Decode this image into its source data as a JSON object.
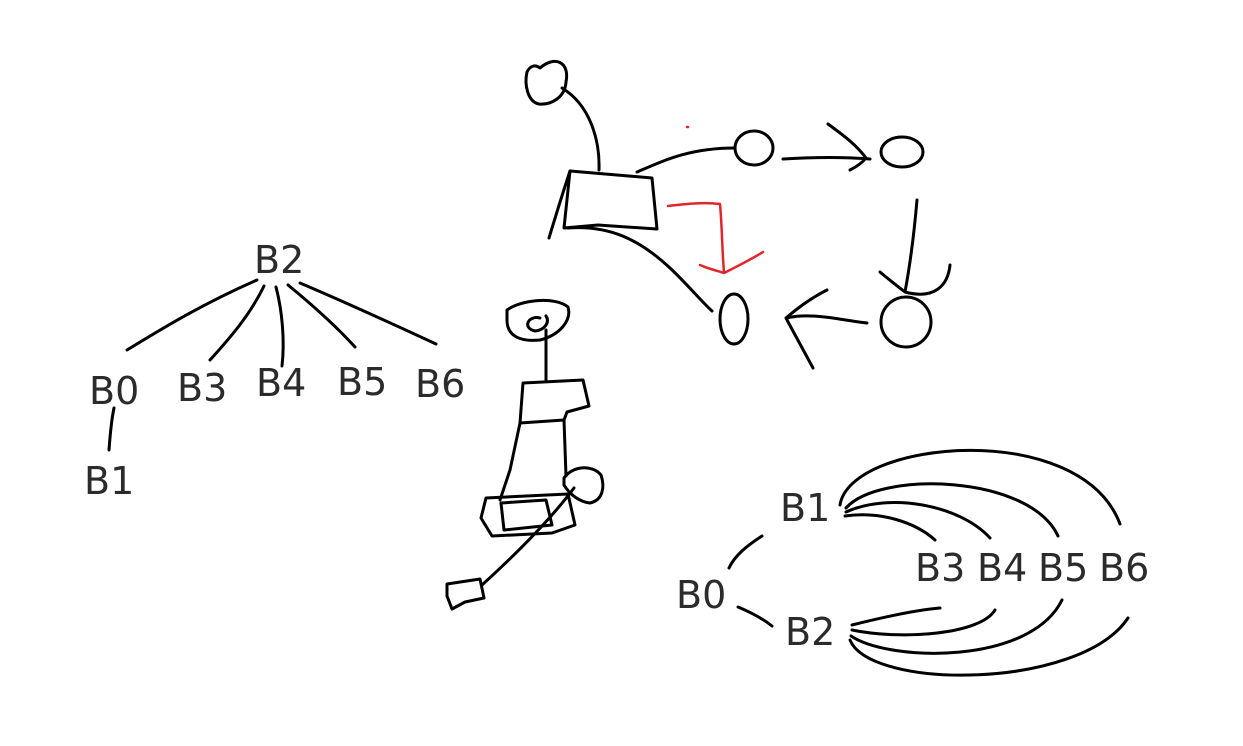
{
  "colors": {
    "ink": "#000000",
    "label": "#2b2b2b",
    "highlight": "#e0262b",
    "background": "#ffffff"
  },
  "tree": {
    "root": "B2",
    "children": [
      "B0",
      "B3",
      "B4",
      "B5",
      "B6"
    ],
    "grandchild": "B1"
  },
  "arc_graph": {
    "root": "B0",
    "branch_top": "B1",
    "branch_bottom": "B2",
    "leaves": [
      "B3",
      "B4",
      "B5",
      "B6"
    ]
  }
}
